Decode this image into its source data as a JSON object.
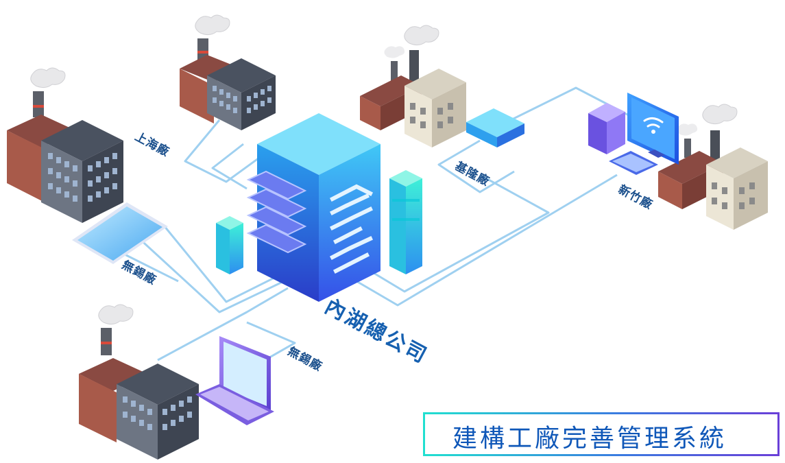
{
  "title": "建構工廠完善管理系統",
  "headquarters": "內湖總公司",
  "sites": {
    "shanghai": "上海廠",
    "keelung": "基隆廠",
    "hsinchu": "新竹廠",
    "wuxi_left": "無錫廠",
    "wuxi_bottom": "無錫廠"
  },
  "devices": [
    "server-tower",
    "tablet",
    "laptop",
    "router",
    "desktop-pc"
  ],
  "colors": {
    "network_line": "#9fd0f0",
    "label_text": "#1a4f8c",
    "server_blue": "#3f7df2",
    "accent_cyan": "#2ed8e6"
  }
}
